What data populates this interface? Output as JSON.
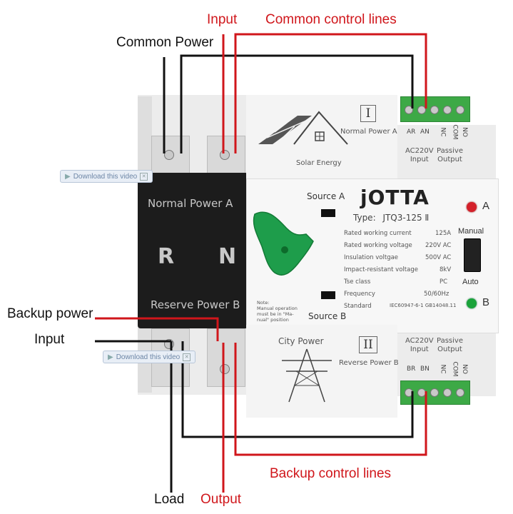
{
  "labels": {
    "input_top": "Input",
    "common_control_lines": "Common control lines",
    "common_power": "Common Power",
    "backup_power": "Backup power",
    "input_left": "Input",
    "backup_control_lines": "Backup control lines",
    "load": "Load",
    "output": "Output"
  },
  "device": {
    "brand": "jOTTA",
    "type_label": "Type:",
    "type_value": "JTQ3-125 Ⅱ",
    "black_block": {
      "normal_power": "Normal Power A",
      "r": "R",
      "n": "N",
      "reserve_power": "Reserve Power B"
    },
    "top_module": {
      "roman": "I",
      "name": "Normal Power A",
      "caption": "Solar Energy",
      "terminals": [
        "AR",
        "AN",
        "NC",
        "COM",
        "NO"
      ],
      "input_label": "AC220V\nInput",
      "output_label": "Passive\nOutput"
    },
    "bottom_module": {
      "roman": "II",
      "name": "Reverse Power B",
      "caption": "City Power",
      "terminals": [
        "BR",
        "BN",
        "NC",
        "COM",
        "NO"
      ],
      "input_label": "AC220V\nInput",
      "output_label": "Passive\nOutput"
    },
    "source_a": "Source A",
    "source_b": "Source B",
    "indicator_a": "A",
    "indicator_b": "B",
    "manual": "Manual",
    "auto": "Auto",
    "note": "Note:\nManual operation\nmust be in \"Ma-\nnual\" position",
    "specs": [
      {
        "name": "Rated working current",
        "value": "125A"
      },
      {
        "name": "Rated working voltage",
        "value": "220V AC"
      },
      {
        "name": "Insulation voltgae",
        "value": "500V AC"
      },
      {
        "name": "Impact-resistant voltage",
        "value": "8kV"
      },
      {
        "name": "Tse class",
        "value": "PC"
      },
      {
        "name": "Frequency",
        "value": "50/60Hz"
      },
      {
        "name": "Standard",
        "value": "IEC60947-6-1 GB14048.11"
      }
    ]
  },
  "watermarks": [
    "Download this video",
    "Download this video"
  ],
  "colors": {
    "label_red": "#d0161b",
    "wire_red": "#d0161b",
    "wire_black": "#111111",
    "knob_green": "#1e9d4b",
    "terminal_green": "#3da946",
    "led_red": "#d4202a",
    "led_green": "#1aa33a"
  }
}
